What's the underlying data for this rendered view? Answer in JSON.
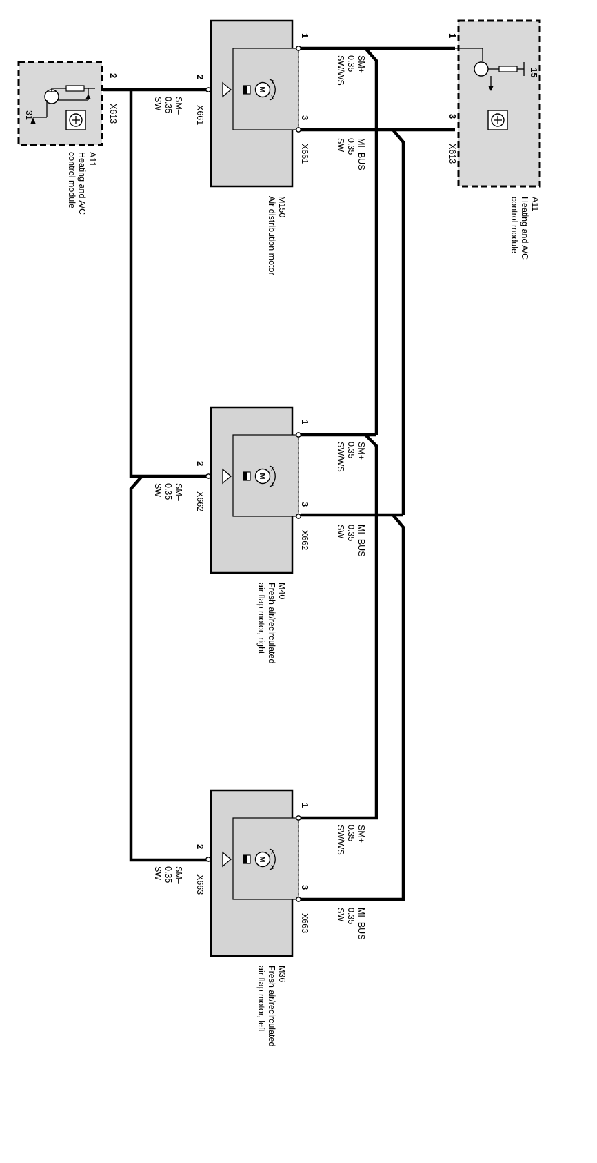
{
  "modules": {
    "a11_left": {
      "id": "A11",
      "name": "Heating and A/C control module",
      "pin": "2",
      "connector": "X613",
      "ground": "31"
    },
    "a11_right": {
      "id": "A11",
      "name": "Heating and A/C control module",
      "pin1": "1",
      "pin3": "3",
      "connector": "X613",
      "supply": "15"
    }
  },
  "motors": [
    {
      "key": "m150",
      "id": "M150",
      "name_line1": "Air distribution motor",
      "name_line2": "",
      "connector": "X661"
    },
    {
      "key": "m40",
      "id": "M40",
      "name_line1": "Fresh air/recirculated",
      "name_line2": "air flap motor, right",
      "connector": "X662"
    },
    {
      "key": "m36",
      "id": "M36",
      "name_line1": "Fresh air/recirculated",
      "name_line2": "air flap motor, left",
      "connector": "X663"
    }
  ],
  "pins": {
    "p1": "1",
    "p2": "2",
    "p3": "3"
  },
  "wires": {
    "sm_plus": {
      "signal": "SM+",
      "gauge": "0.35",
      "color": "SW/WS"
    },
    "mi_bus": {
      "signal": "MI–BUS",
      "gauge": "0.35",
      "color": "SW"
    },
    "sm_minus": {
      "signal": "SM–",
      "gauge": "0.35",
      "color": "SW"
    }
  },
  "motor_symbol": "M"
}
